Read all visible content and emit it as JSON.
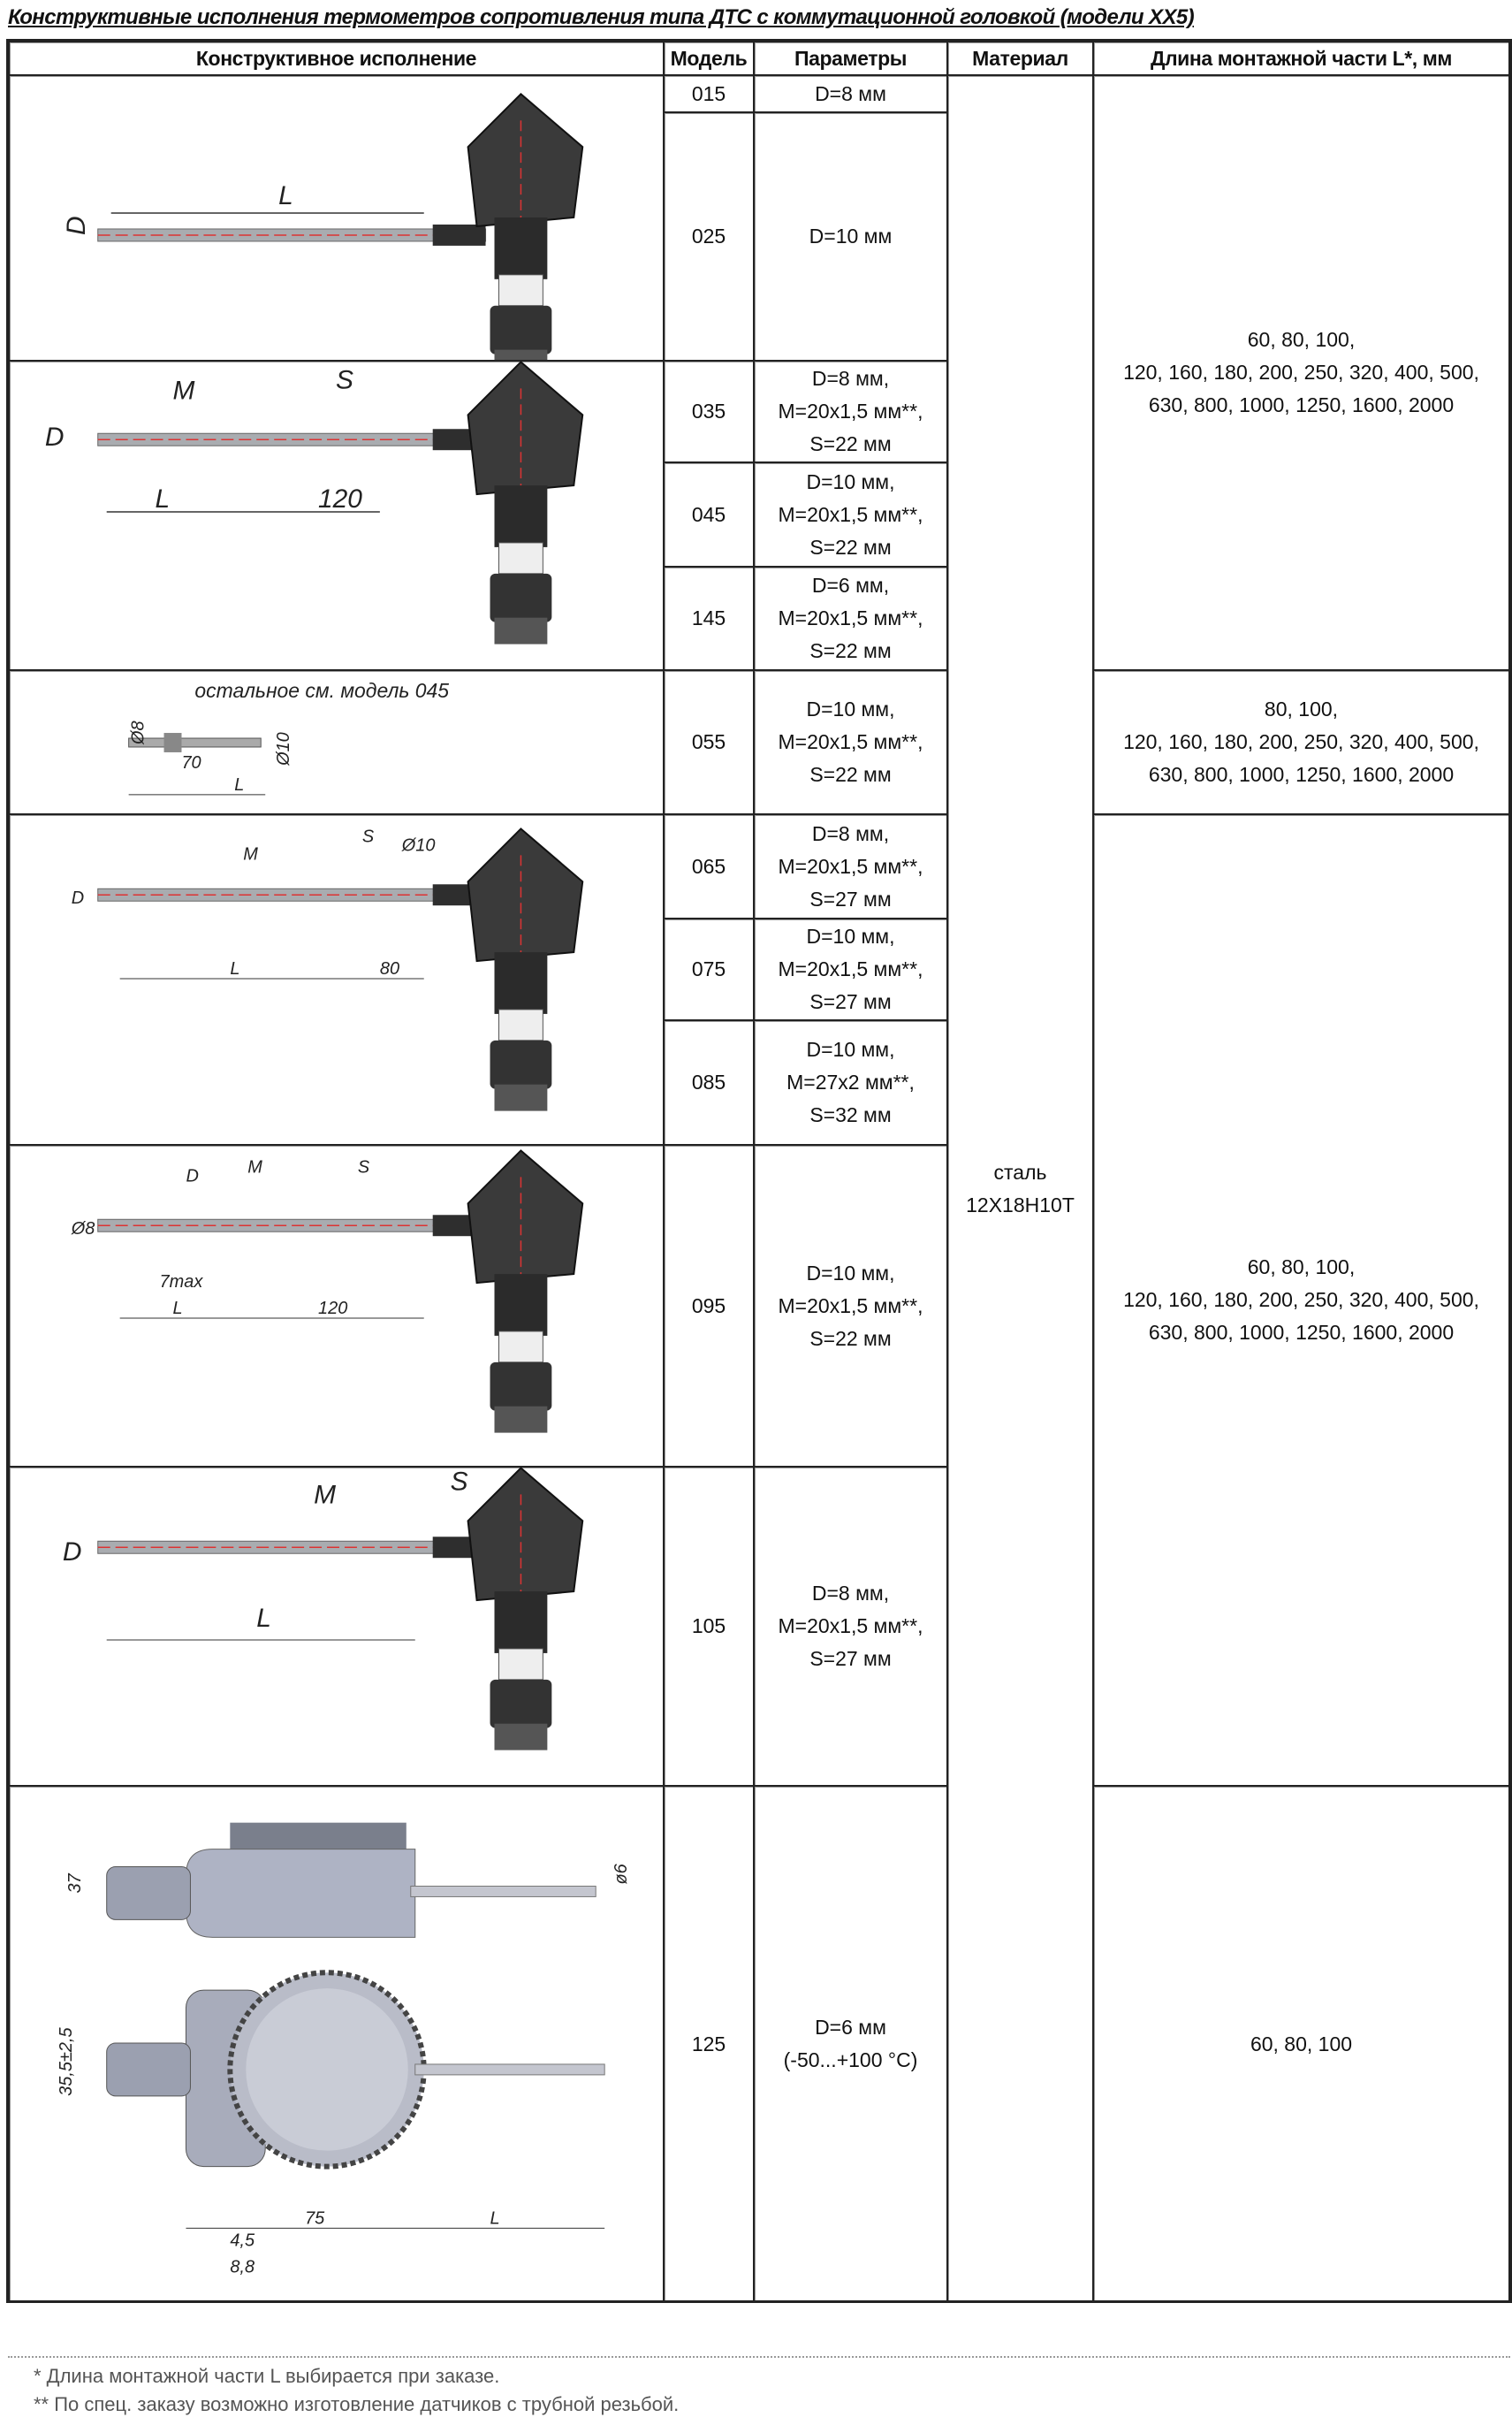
{
  "title": "Конструктивные исполнения термометров сопротивления типа ДТС с коммутационной головкой (модели XX5)",
  "headers": {
    "design": "Конструктивное исполнение",
    "model": "Модель",
    "params": "Параметры",
    "material": "Материал",
    "length": "Длина монтажной части L*, мм"
  },
  "rows": [
    {
      "model": "015",
      "params": "D=8 мм"
    },
    {
      "model": "025",
      "params": "D=10 мм"
    },
    {
      "model": "035",
      "params": "D=8 мм,\nM=20x1,5 мм**,\nS=22 мм"
    },
    {
      "model": "045",
      "params": "D=10 мм,\nM=20x1,5 мм**,\nS=22 мм"
    },
    {
      "model": "145",
      "params": "D=6 мм,\nM=20x1,5 мм**,\nS=22 мм"
    },
    {
      "model": "055",
      "params": "D=10 мм,\nM=20x1,5 мм**,\nS=22 мм"
    },
    {
      "model": "065",
      "params": "D=8 мм,\nM=20x1,5 мм**,\nS=27 мм"
    },
    {
      "model": "075",
      "params": "D=10 мм,\nM=20x1,5 мм**,\nS=27 мм"
    },
    {
      "model": "085",
      "params": "D=10 мм,\nM=27x2 мм**,\nS=32 мм"
    },
    {
      "model": "095",
      "params": "D=10 мм,\nM=20x1,5 мм**,\nS=22 мм"
    },
    {
      "model": "105",
      "params": "D=8 мм,\nM=20x1,5 мм**,\nS=27 мм"
    },
    {
      "model": "125",
      "params": "D=6 мм\n(-50...+100 °C)"
    }
  ],
  "material": "сталь\n12Х18Н10Т",
  "lengths": [
    "60, 80, 100,\n120, 160, 180, 200, 250, 320, 400, 500,\n630, 800, 1000, 1250, 1600, 2000",
    "80, 100,\n120, 160, 180, 200, 250, 320, 400, 500,\n630, 800, 1000, 1250, 1600, 2000",
    "60, 80, 100,\n120, 160, 180, 200, 250, 320, 400, 500,\n630, 800, 1000, 1250, 1600, 2000",
    "60, 80, 100"
  ],
  "drawings": [
    {
      "labels": [
        "D",
        "L"
      ]
    },
    {
      "labels": [
        "D",
        "M",
        "S",
        "L",
        "120"
      ]
    },
    {
      "note": "остальное  см. модель 045",
      "labels": [
        "Ø8",
        "70",
        "L",
        "Ø10"
      ]
    },
    {
      "labels": [
        "D",
        "M",
        "S",
        "Ø10",
        "L",
        "80"
      ]
    },
    {
      "labels": [
        "Ø8",
        "D",
        "M",
        "S",
        "7max",
        "L",
        "120"
      ]
    },
    {
      "labels": [
        "D",
        "M",
        "S",
        "L"
      ]
    },
    {
      "labels": [
        "37",
        "ø6",
        "35,5±2,5",
        "75",
        "L",
        "4,5",
        "8,8"
      ]
    }
  ],
  "notes": [
    "* Длина монтажной части L выбирается при заказе.",
    "** По спец. заказу возможно изготовление датчиков с трубной резьбой."
  ]
}
